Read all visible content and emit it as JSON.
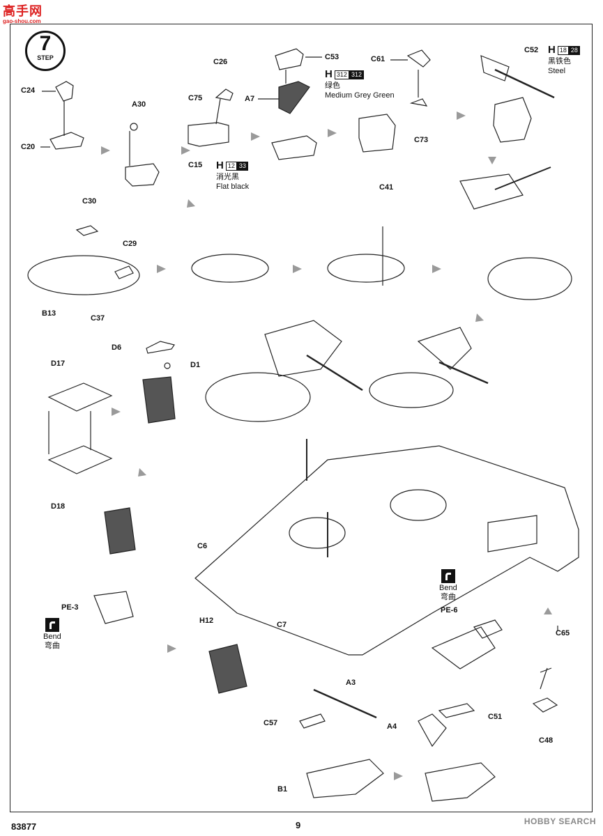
{
  "watermark": {
    "title": "高手网",
    "subtitle": "gao-shou.com"
  },
  "step": {
    "number": "7",
    "word": "STEP"
  },
  "labels": {
    "C24": "C24",
    "C20": "C20",
    "A30": "A30",
    "C26": "C26",
    "C75": "C75",
    "C15": "C15",
    "C53": "C53",
    "A7": "A7",
    "C61": "C61",
    "C73": "C73",
    "C52": "C52",
    "C30": "C30",
    "C29": "C29",
    "B13": "B13",
    "C37": "C37",
    "C41": "C41",
    "D6": "D6",
    "D1": "D1",
    "D17": "D17",
    "D18": "D18",
    "C6": "C6",
    "H12": "H12",
    "C7": "C7",
    "PE3": "PE-3",
    "PE6": "PE-6",
    "C65": "C65",
    "C48": "C48",
    "A3": "A3",
    "C57": "C57",
    "C51": "C51",
    "A4": "A4",
    "B1": "B1"
  },
  "paints": {
    "flat_black": {
      "h": "H",
      "codes": [
        "12",
        "33"
      ],
      "cn": "消光黑",
      "en": "Flat black"
    },
    "grey_green": {
      "h": "H",
      "codes": [
        "312",
        "312"
      ],
      "cn": "绿色",
      "en": "Medium Grey Green"
    },
    "steel": {
      "h": "H",
      "codes": [
        "18",
        "28"
      ],
      "cn": "黑铁色",
      "en": "Steel"
    }
  },
  "bend": {
    "en": "Bend",
    "cn": "弯曲"
  },
  "footer": {
    "code": "83877",
    "page": "9",
    "source": "HOBBY SEARCH"
  },
  "colors": {
    "line": "#222222",
    "grey": "#8c8c8c",
    "box_fill": "#555555"
  }
}
